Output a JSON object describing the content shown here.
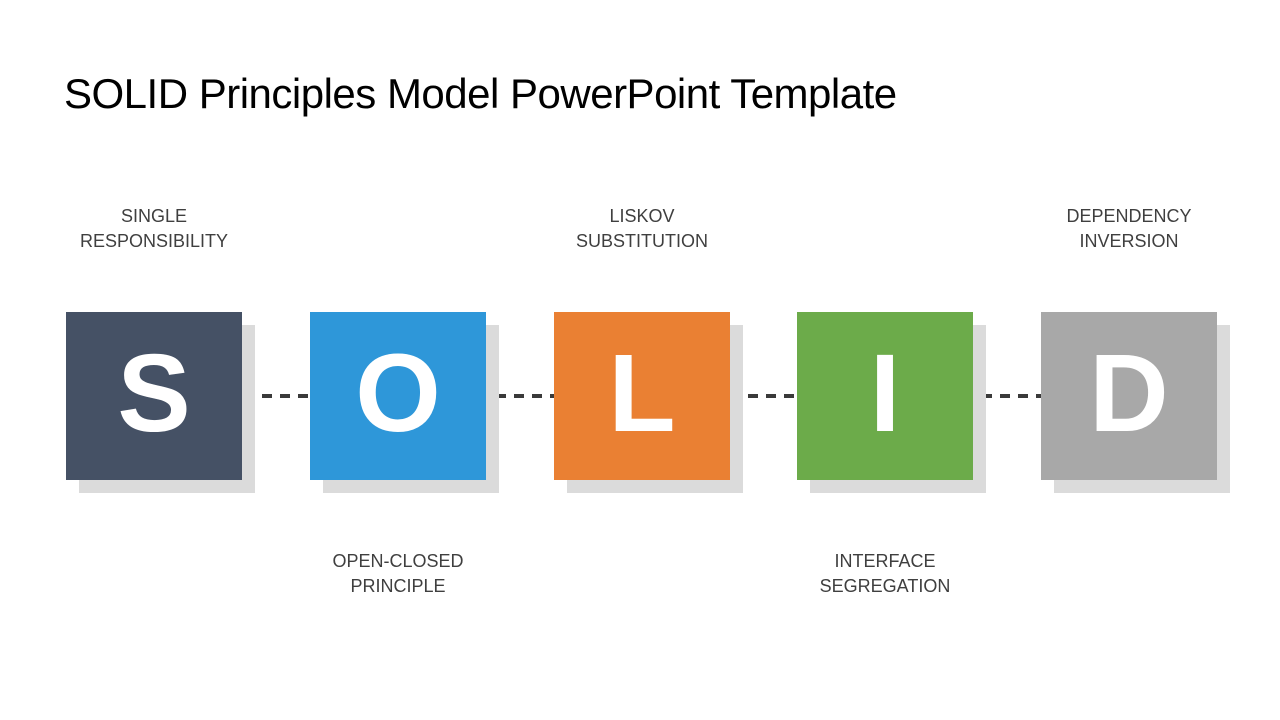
{
  "title": "SOLID Principles Model PowerPoint Template",
  "diagram": {
    "connector_color": "#3A3A3A",
    "shadow_color": "#DBDBDB",
    "letter_color": "#FFFFFF",
    "label_color": "#3F3F3F",
    "items": [
      {
        "letter": "S",
        "label": "SINGLE\nRESPONSIBILITY",
        "label_position": "top",
        "color": "#455165"
      },
      {
        "letter": "O",
        "label": "OPEN-CLOSED\nPRINCIPLE",
        "label_position": "bottom",
        "color": "#2E97D9"
      },
      {
        "letter": "L",
        "label": "LISKOV\nSUBSTITUTION",
        "label_position": "top",
        "color": "#EA8033"
      },
      {
        "letter": "I",
        "label": "INTERFACE\nSEGREGATION",
        "label_position": "bottom",
        "color": "#6CAB4A"
      },
      {
        "letter": "D",
        "label": "DEPENDENCY\nINVERSION",
        "label_position": "top",
        "color": "#A8A8A8"
      }
    ]
  }
}
